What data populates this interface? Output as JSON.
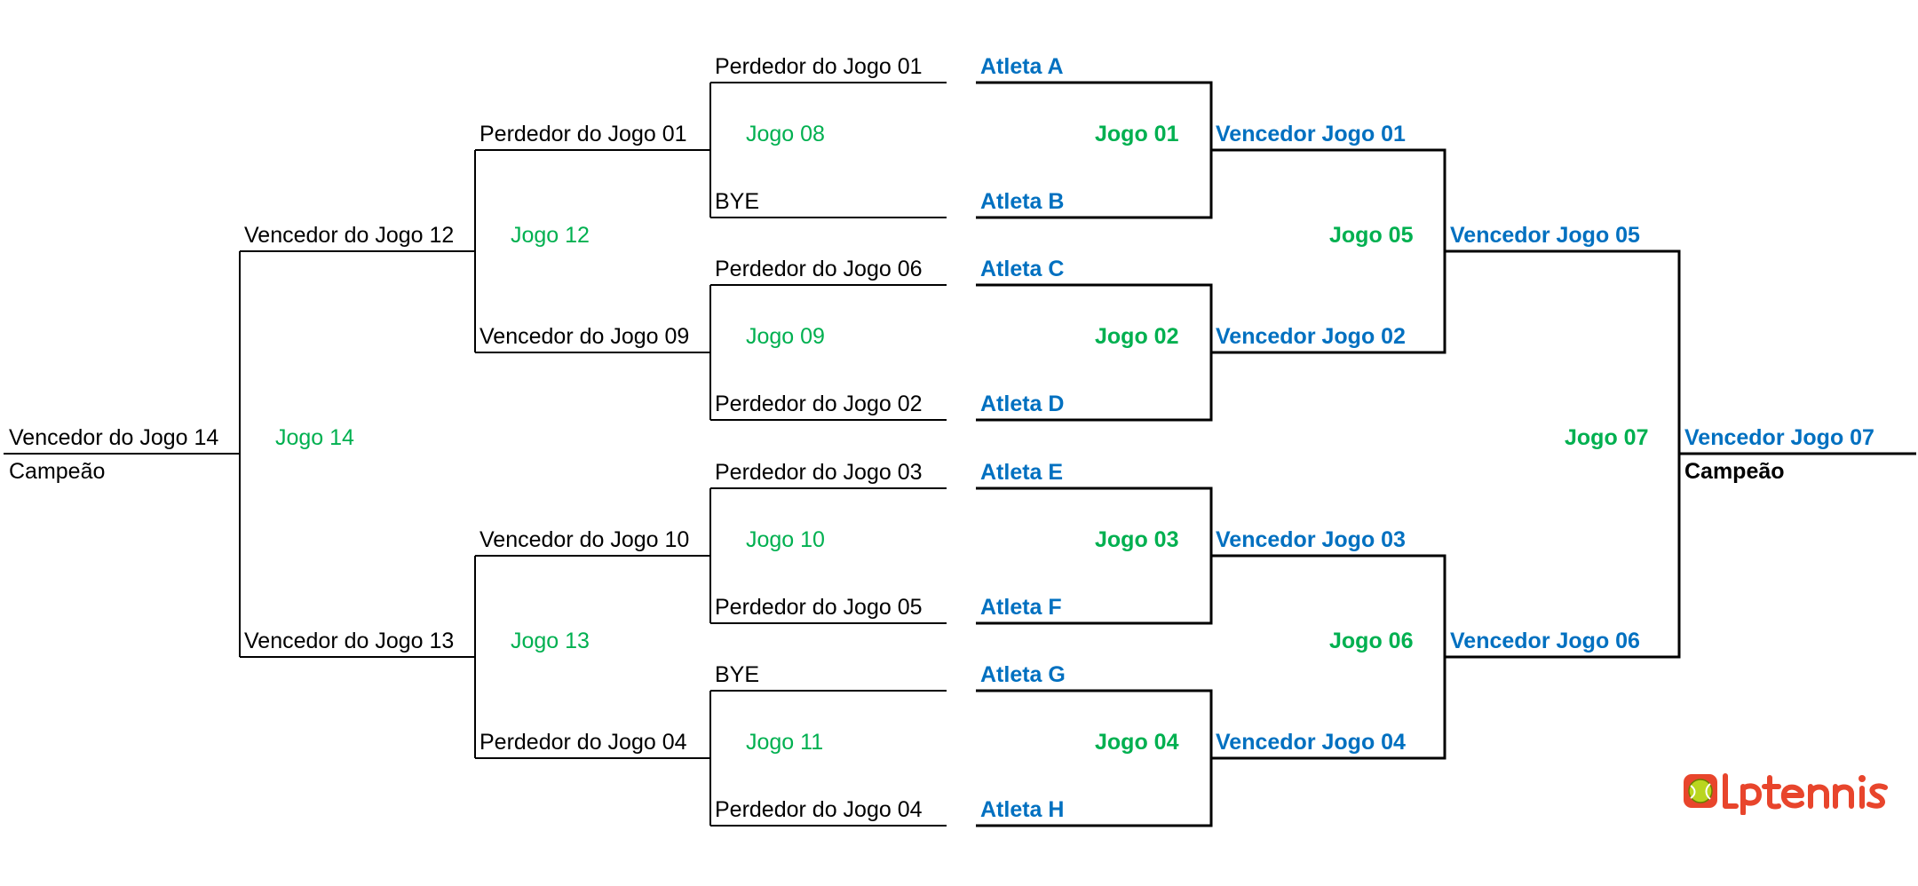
{
  "bracket": {
    "consolation": {
      "g08": {
        "top": "Perdedor do Jogo 01",
        "bottom": "BYE",
        "label": "Jogo 08"
      },
      "g09": {
        "top": "Perdedor do Jogo 06",
        "bottom": "Perdedor do Jogo 02",
        "label": "Jogo 09"
      },
      "g10": {
        "top": "Perdedor do Jogo 03",
        "bottom": "Perdedor do Jogo 05",
        "label": "Jogo 10"
      },
      "g11": {
        "top": "BYE",
        "bottom": "Perdedor do Jogo 04",
        "label": "Jogo 11"
      },
      "g12": {
        "top": "Perdedor do Jogo 01",
        "bottom": "Vencedor do Jogo 09",
        "label": "Jogo 12"
      },
      "g13": {
        "top": "Vencedor do Jogo 10",
        "bottom": "Perdedor do Jogo 04",
        "label": "Jogo 13"
      },
      "g14": {
        "top": "Vencedor do Jogo 12",
        "bottom": "Vencedor do Jogo 13",
        "label": "Jogo 14"
      },
      "final": {
        "winner": "Vencedor do Jogo 14",
        "champion": "Campeão"
      }
    },
    "main": {
      "athletes": [
        "Atleta A",
        "Atleta B",
        "Atleta C",
        "Atleta D",
        "Atleta E",
        "Atleta F",
        "Atleta G",
        "Atleta H"
      ],
      "g01": {
        "label": "Jogo 01",
        "winner": "Vencedor Jogo 01"
      },
      "g02": {
        "label": "Jogo 02",
        "winner": "Vencedor Jogo 02"
      },
      "g03": {
        "label": "Jogo 03",
        "winner": "Vencedor Jogo 03"
      },
      "g04": {
        "label": "Jogo 04",
        "winner": "Vencedor Jogo 04"
      },
      "g05": {
        "label": "Jogo 05",
        "winner": "Vencedor Jogo 05"
      },
      "g06": {
        "label": "Jogo 06",
        "winner": "Vencedor Jogo 06"
      },
      "g07": {
        "label": "Jogo 07",
        "winner": "Vencedor Jogo 07"
      },
      "champion": "Campeão"
    }
  },
  "brand": {
    "name": "Lptennis",
    "color": "#e8452c",
    "icon": "tennis-ball-icon"
  },
  "colors": {
    "main_text": "#0070c0",
    "game_label": "#00b050",
    "consolation_text": "#000000"
  }
}
